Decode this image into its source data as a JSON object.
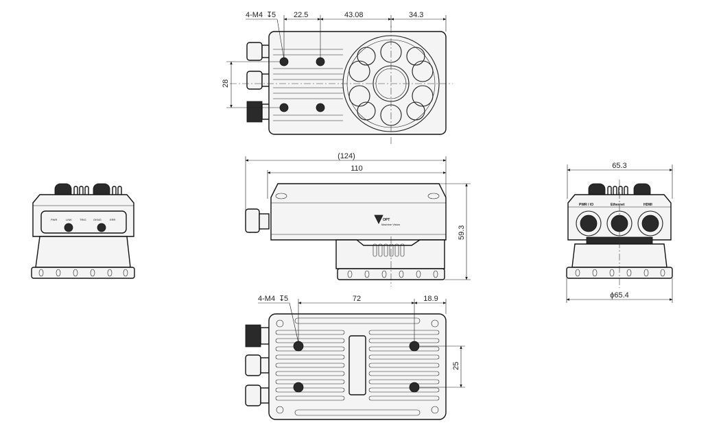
{
  "dimensions": {
    "top_thread": "4-M4",
    "top_thread_depth": "5",
    "top_22_5": "22.5",
    "top_43_08": "43.08",
    "top_34_3": "34.3",
    "top_28": "28",
    "front_124": "(124)",
    "front_110": "110",
    "front_59_3": "59.3",
    "side_65_3": "65.3",
    "side_phi_65_4": "ϕ65.4",
    "bottom_thread": "4-M4",
    "bottom_thread_depth": "5",
    "bottom_72": "72",
    "bottom_18_9": "18.9",
    "bottom_25": "25"
  },
  "rear_panel": {
    "indicators": [
      "PWR",
      "LINK",
      "TRIG",
      "OKNG",
      "ERR"
    ]
  },
  "side_panel": {
    "connectors": [
      "PWR / IO",
      "Ethernet",
      "HDMI"
    ]
  },
  "brand": {
    "logo": "OPT",
    "tagline": "Machine Vision"
  },
  "colors": {
    "line": "#1a1a1a",
    "fill_light": "#f4f4f4",
    "fill_dark": "#2a2a2a"
  }
}
